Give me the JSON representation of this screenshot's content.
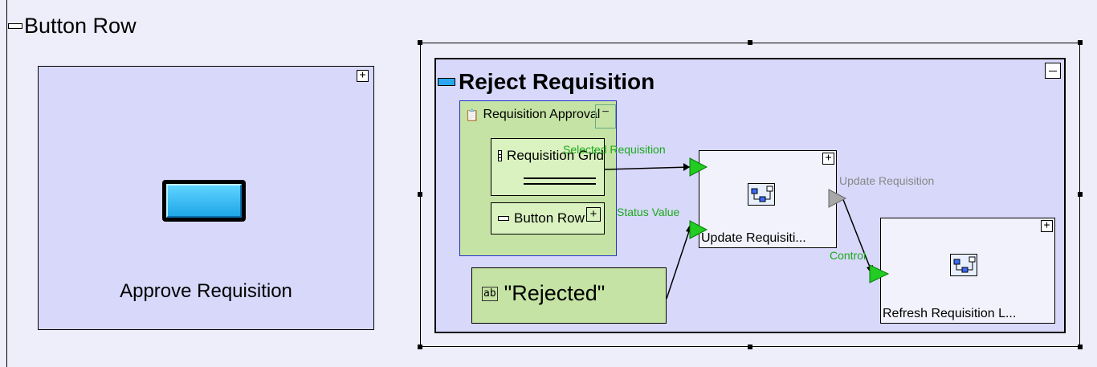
{
  "row": {
    "title": "Button Row"
  },
  "approve": {
    "label": "Approve Requisition",
    "plus": "+"
  },
  "reject": {
    "title": "Reject Requisition"
  },
  "form": {
    "title": "Requisition Approval",
    "minus": "−"
  },
  "grid": {
    "label": "Requisition Grid"
  },
  "button_row_child": {
    "label": "Button Row",
    "plus": "+"
  },
  "constant": {
    "label": "\"Rejected\"",
    "icon_text": "ab"
  },
  "update_node": {
    "label": "Update Requisiti...",
    "plus": "+"
  },
  "refresh_node": {
    "label": "Refresh Requisition L...",
    "plus": "+"
  },
  "ports": {
    "selected_requisition": "Selected Requisition",
    "status_value": "Status Value",
    "update_requisition": "Update Requisition",
    "control": "Control"
  },
  "colors": {
    "panel": "#d8d8fa",
    "component": "#c5e3a4",
    "port_green": "#22cc22",
    "port_gray": "#a8a8a8"
  }
}
